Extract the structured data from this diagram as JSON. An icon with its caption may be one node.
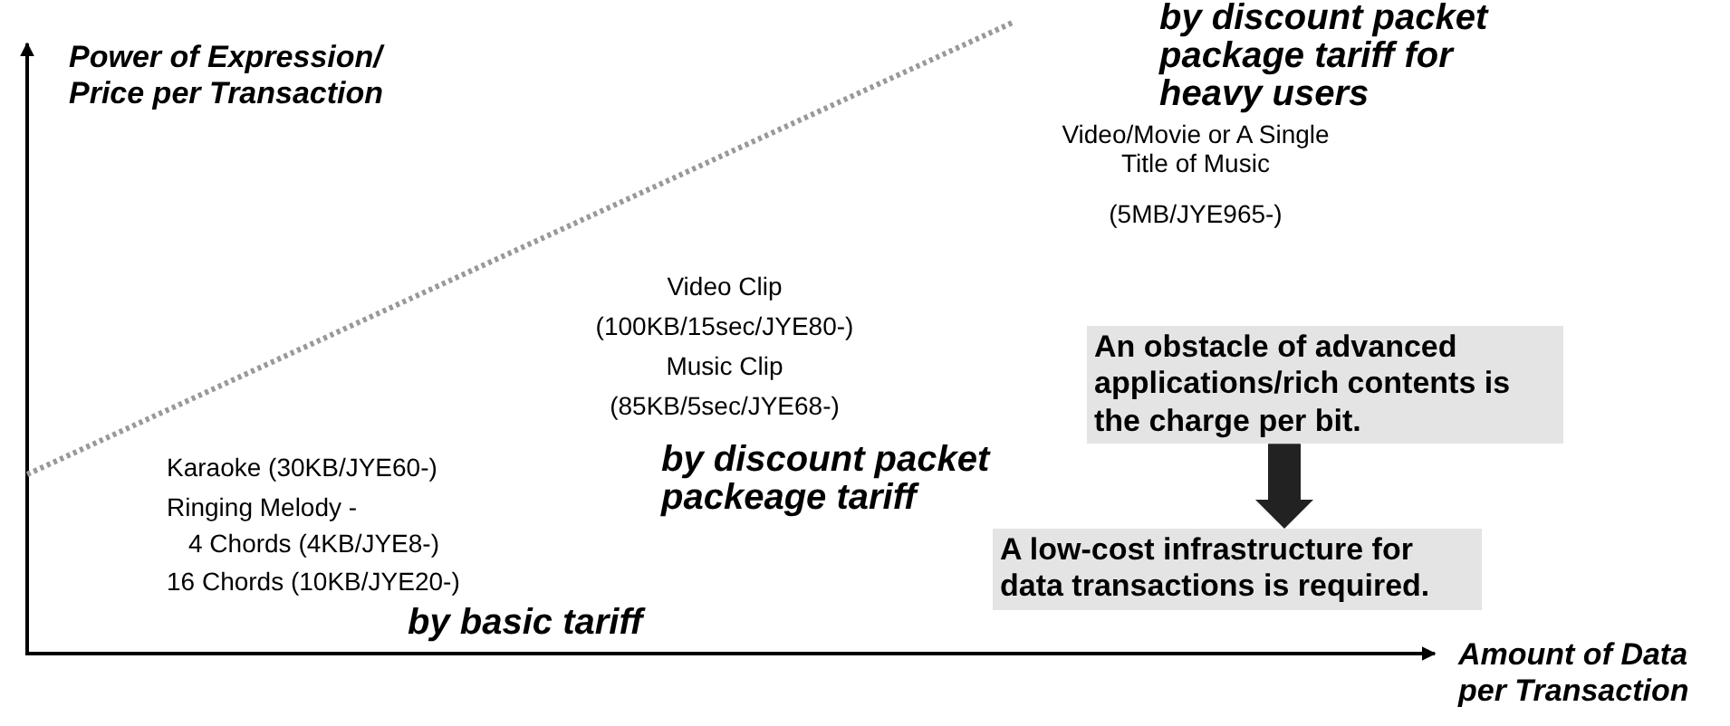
{
  "diagram": {
    "nodes": [
      {
        "text": [
          "An obstacle of advanced applications/rich contents is the charge per bit."
        ]
      },
      {
        "text": [
          "A low-cost infrastructure for data transactions is required."
        ]
      }
    ],
    "edges": [
      {
        "from": 0,
        "to": 1,
        "arrow": "to"
      }
    ],
    "labels": [
      "Power of Expression/ Price per Transaction",
      "by discount packet package tariff for heavy users",
      "Video/Movie or A Single Title of Music",
      "(5MB/JYE965-)",
      "Video Clip",
      "(100KB/15sec/JYE80-)",
      "Music Clip",
      "(85KB/5sec/JYE68-)",
      "Karaoke (30KB/JYE60-)",
      "by discount packet packeage tariff",
      "Ringing Melody -",
      "4 Chords (4KB/JYE8-)",
      "16 Chords (10KB/JYE20-)",
      "by basic tariff",
      "Amount of Data per Transaction"
    ]
  }
}
